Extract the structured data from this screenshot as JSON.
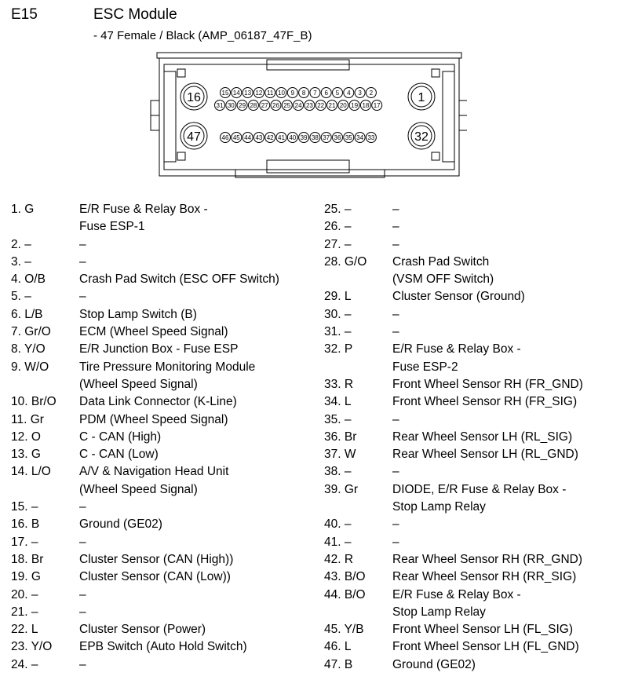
{
  "header": {
    "code": "E15",
    "title": "ESC Module",
    "subtitle": "- 47 Female / Black (AMP_06187_47F_B)"
  },
  "connector": {
    "big_pins": [
      "16",
      "1",
      "47",
      "32"
    ],
    "row_top": [
      "15",
      "14",
      "13",
      "12",
      "11",
      "10",
      "9",
      "8",
      "7",
      "6",
      "5",
      "4",
      "3",
      "2"
    ],
    "row_middle": [
      "31",
      "30",
      "29",
      "28",
      "27",
      "26",
      "25",
      "24",
      "23",
      "22",
      "21",
      "20",
      "19",
      "18",
      "17"
    ],
    "row_bottom": [
      "46",
      "45",
      "44",
      "43",
      "42",
      "41",
      "40",
      "39",
      "38",
      "37",
      "36",
      "35",
      "34",
      "33"
    ]
  },
  "pins_left": [
    {
      "no": "1. G",
      "desc": "E/R Fuse & Relay Box -\nFuse ESP-1"
    },
    {
      "no": "2. –",
      "desc": "–"
    },
    {
      "no": "3. –",
      "desc": "–"
    },
    {
      "no": "4. O/B",
      "desc": "Crash Pad Switch (ESC OFF Switch)"
    },
    {
      "no": "5. –",
      "desc": "–"
    },
    {
      "no": "6. L/B",
      "desc": "Stop Lamp Switch (B)"
    },
    {
      "no": "7. Gr/O",
      "desc": "ECM (Wheel Speed Signal)"
    },
    {
      "no": "8. Y/O",
      "desc": "E/R Junction Box - Fuse ESP"
    },
    {
      "no": "9. W/O",
      "desc": "Tire Pressure Monitoring Module\n(Wheel Speed Signal)"
    },
    {
      "no": "10. Br/O",
      "desc": "Data Link Connector (K-Line)"
    },
    {
      "no": "11. Gr",
      "desc": "PDM (Wheel Speed Signal)"
    },
    {
      "no": "12. O",
      "desc": "C - CAN (High)"
    },
    {
      "no": "13. G",
      "desc": "C - CAN (Low)"
    },
    {
      "no": "14. L/O",
      "desc": "A/V & Navigation Head Unit\n(Wheel Speed Signal)"
    },
    {
      "no": "15. –",
      "desc": "–"
    },
    {
      "no": "16. B",
      "desc": "Ground (GE02)"
    },
    {
      "no": "17. –",
      "desc": "–"
    },
    {
      "no": "18. Br",
      "desc": "Cluster Sensor (CAN (High))"
    },
    {
      "no": "19. G",
      "desc": "Cluster Sensor (CAN (Low))"
    },
    {
      "no": "20. –",
      "desc": "–"
    },
    {
      "no": "21. –",
      "desc": "–"
    },
    {
      "no": "22. L",
      "desc": "Cluster Sensor (Power)"
    },
    {
      "no": "23. Y/O",
      "desc": "EPB Switch (Auto Hold Switch)"
    },
    {
      "no": "24. –",
      "desc": "–"
    }
  ],
  "pins_right": [
    {
      "no": "25. –",
      "desc": "–"
    },
    {
      "no": "26. –",
      "desc": "–"
    },
    {
      "no": "27. –",
      "desc": "–"
    },
    {
      "no": "28. G/O",
      "desc": "Crash Pad Switch\n(VSM OFF Switch)"
    },
    {
      "no": "29. L",
      "desc": "Cluster Sensor (Ground)"
    },
    {
      "no": "30. –",
      "desc": "–"
    },
    {
      "no": "31. –",
      "desc": "–"
    },
    {
      "no": "32. P",
      "desc": "E/R Fuse & Relay Box -\nFuse ESP-2"
    },
    {
      "no": "33. R",
      "desc": "Front Wheel Sensor RH (FR_GND)"
    },
    {
      "no": "34. L",
      "desc": "Front Wheel Sensor RH (FR_SIG)"
    },
    {
      "no": "35. –",
      "desc": "–"
    },
    {
      "no": "36. Br",
      "desc": "Rear Wheel Sensor LH (RL_SIG)"
    },
    {
      "no": "37. W",
      "desc": "Rear Wheel Sensor LH (RL_GND)"
    },
    {
      "no": "38. –",
      "desc": "–"
    },
    {
      "no": "39. Gr",
      "desc": "DIODE, E/R Fuse & Relay Box -\nStop Lamp Relay"
    },
    {
      "no": "40. –",
      "desc": "–"
    },
    {
      "no": "41. –",
      "desc": "–"
    },
    {
      "no": "42. R",
      "desc": "Rear Wheel Sensor RH (RR_GND)"
    },
    {
      "no": "43. B/O",
      "desc": "Rear Wheel Sensor RH (RR_SIG)"
    },
    {
      "no": "44. B/O",
      "desc": "E/R Fuse & Relay Box -\nStop Lamp Relay"
    },
    {
      "no": "45. Y/B",
      "desc": "Front Wheel Sensor LH (FL_SIG)"
    },
    {
      "no": "46. L",
      "desc": "Front Wheel Sensor LH (FL_GND)"
    },
    {
      "no": "47. B",
      "desc": "Ground (GE02)"
    }
  ]
}
